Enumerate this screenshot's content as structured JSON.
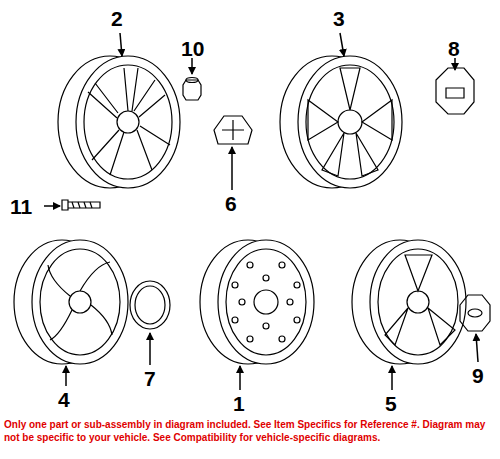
{
  "diagram": {
    "labels": [
      "2",
      "10",
      "3",
      "8",
      "6",
      "11",
      "4",
      "7",
      "1",
      "5",
      "9",
      "Only one part or sub-assembly in diagram included. See Item Specifics for Reference #. Diagram may not be specific to your vehicle. See Compatibility for vehicle-specific diagrams."
    ]
  }
}
